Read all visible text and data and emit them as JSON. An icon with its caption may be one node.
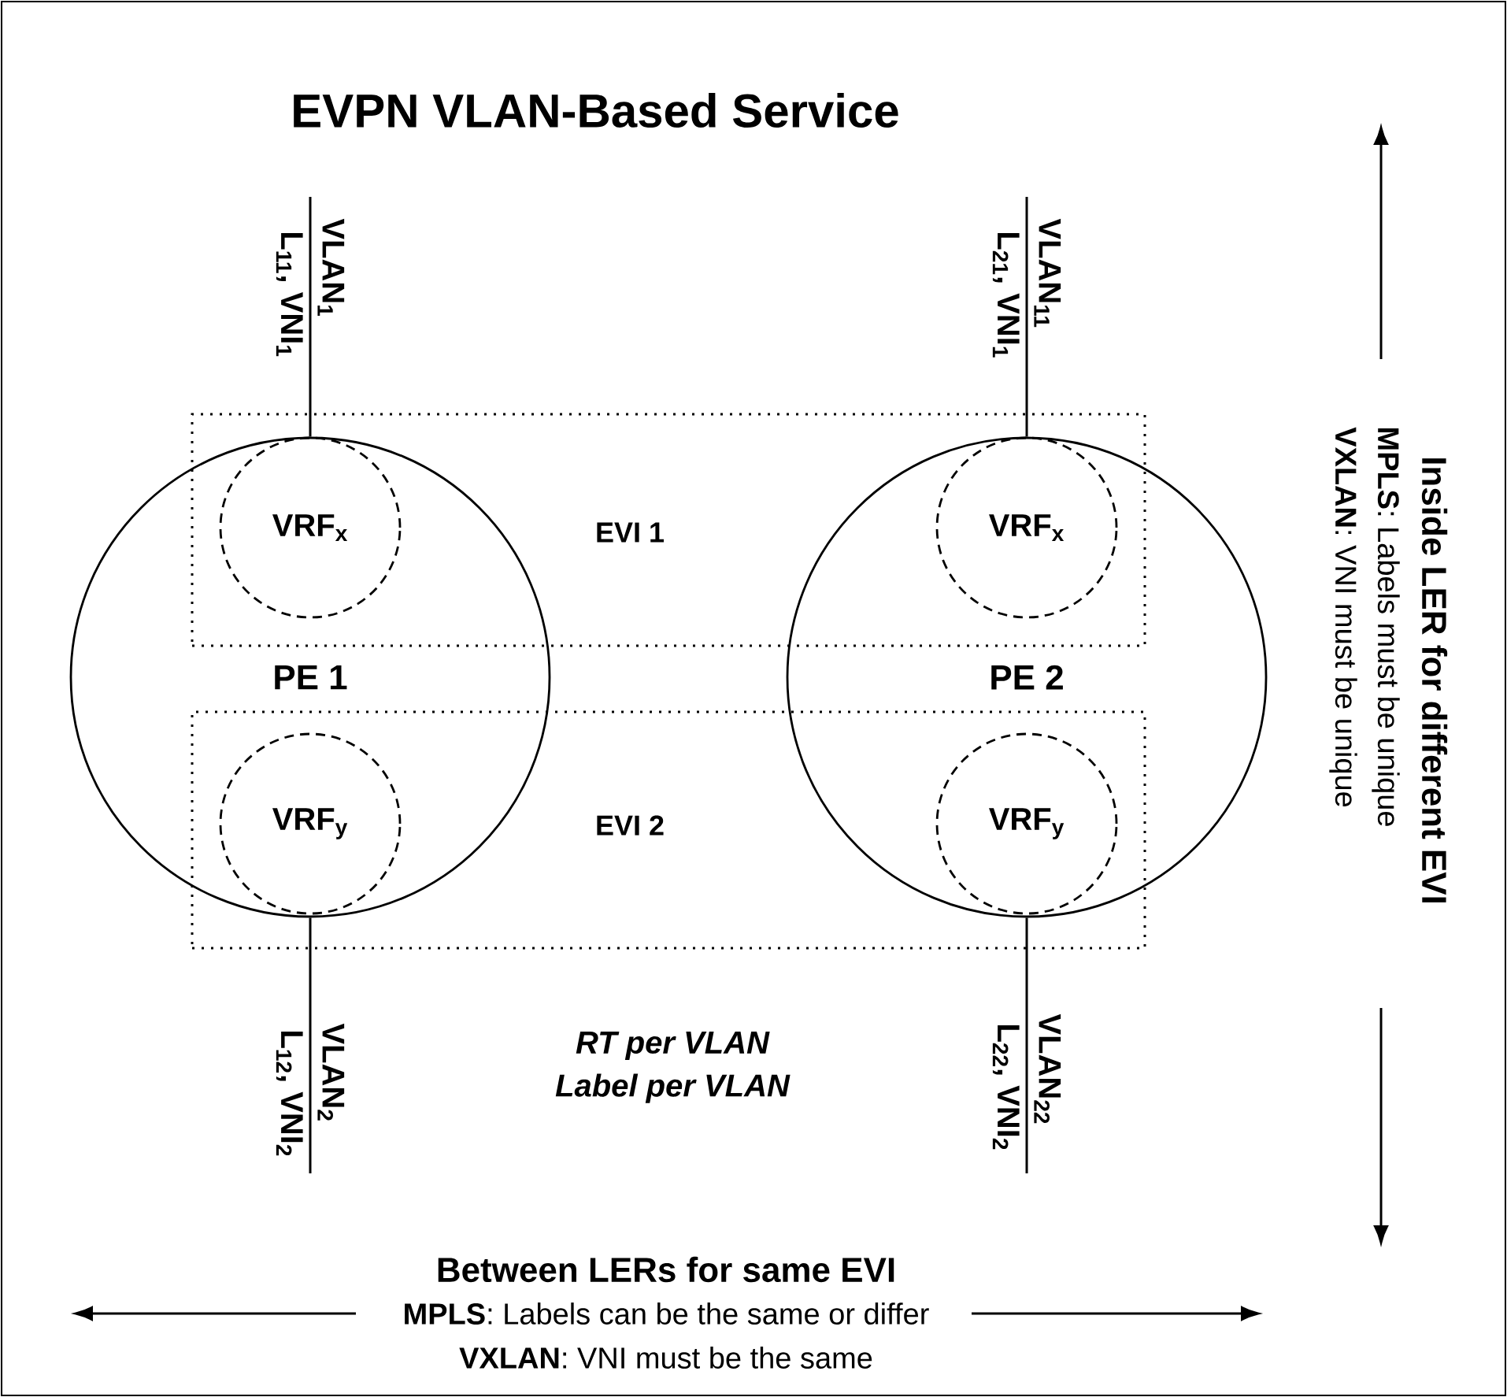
{
  "diagram": {
    "title": "EVPN VLAN-Based Service",
    "nodes": [
      {
        "text": [
          "PE 1"
        ]
      },
      {
        "text": [
          "PE 2"
        ]
      },
      {
        "text": [
          "EVI 1"
        ]
      },
      {
        "text": [
          "EVI 2"
        ]
      },
      {
        "text": [
          "VRF$_{x}$"
        ]
      },
      {
        "text": [
          "VRF$_{x}$"
        ]
      },
      {
        "text": [
          "VRF$_{y}$"
        ]
      },
      {
        "text": [
          "VRF$_{y}$"
        ]
      }
    ],
    "edges": [
      {
        "from": null,
        "to": 0,
        "arrow": "none"
      },
      {
        "from": null,
        "to": 1,
        "arrow": "none"
      },
      {
        "from": 0,
        "to": null,
        "arrow": "none"
      },
      {
        "from": 1,
        "to": null,
        "arrow": "none"
      }
    ],
    "labels": [
      "VLAN$_{1}$",
      "L$_{11}$, VNI$_{1}$",
      "VLAN$_{11}$",
      "L$_{21}$, VNI$_{1}$",
      "VLAN$_{2}$",
      "L$_{12}$, VNI$_{2}$",
      "VLAN$_{22}$",
      "L$_{22}$, VNI$_{2}$",
      "RT per VLAN",
      "Label per VLAN",
      "Inside LER for different EVI",
      "**MPLS**: Labels must be unique",
      "**VXLAN**: VNI must be unique",
      "Between LERs for same EVI",
      "**MPLS**: Labels can be the same or differ",
      "**VXLAN**: VNI must be the same"
    ]
  }
}
